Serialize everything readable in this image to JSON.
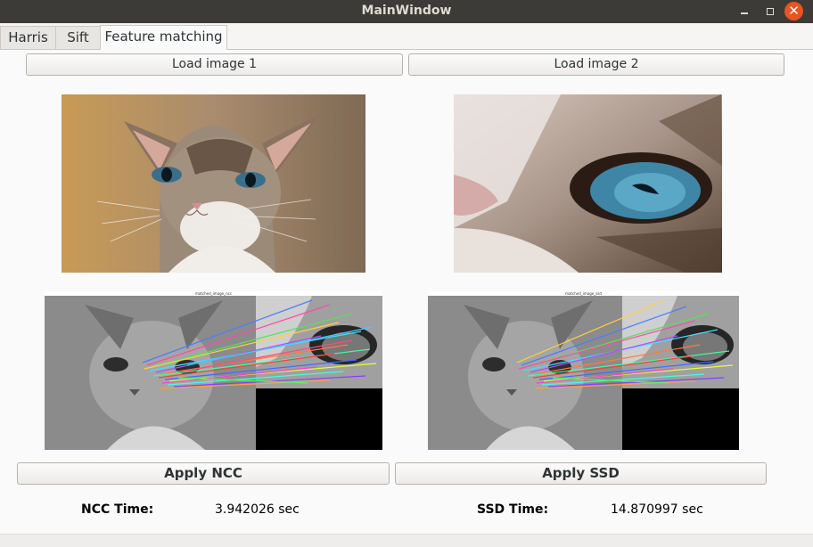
{
  "window": {
    "title": "MainWindow",
    "close_glyph": "✕"
  },
  "tabs": [
    {
      "label": "Harris"
    },
    {
      "label": "Sift"
    },
    {
      "label": "Feature matching"
    }
  ],
  "buttons": {
    "load_image_1": "Load image 1",
    "load_image_2": "Load image 2",
    "apply_ncc": "Apply NCC",
    "apply_ssd": "Apply SSD"
  },
  "results": {
    "ncc_label": "NCC Time:",
    "ncc_value": "3.942026 sec",
    "ssd_label": "SSD Time:",
    "ssd_value": "14.870997 sec"
  },
  "images": {
    "image1": "cat-photo",
    "image2": "cat-eye-closeup",
    "ncc_result_title": "matched_image_ncc",
    "ssd_result_title": "matched_image_ssd"
  },
  "colors": {
    "accent": "#e95420",
    "titlebar": "#3c3b37"
  }
}
